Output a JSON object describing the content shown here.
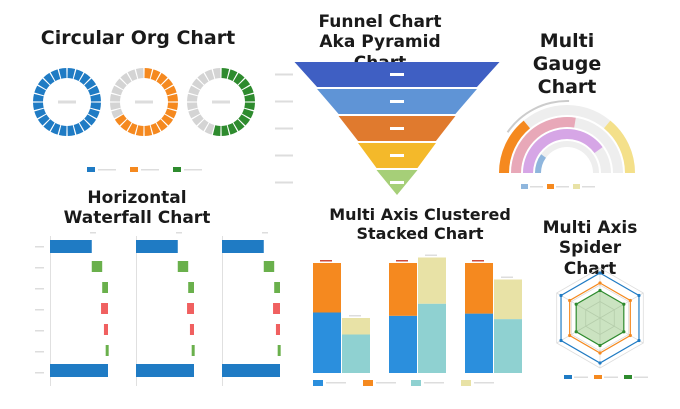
{
  "titles": {
    "circular_org": "Circular Org Chart",
    "funnel": "Funnel Chart Aka Pyramid Chart",
    "multi_gauge": "Multi Gauge Chart",
    "horizontal_waterfall": "Horizontal Waterfall Chart",
    "multi_axis_clustered": "Multi Axis Clustered Stacked Chart",
    "multi_axis_spider": "Multi Axis Spider Chart"
  },
  "colors": {
    "blue": "#1f7bc4",
    "orange": "#f5891f",
    "green": "#2e8b2e",
    "gray": "#d4d4d4",
    "light_green": "#6ab04c",
    "red": "#f06060",
    "pale_yellow": "#e8e2a6",
    "teal": "#8fd1d1",
    "pink": "#e8a8b8",
    "lavender": "#d6a6e6",
    "light_blue": "#8fb6dd"
  },
  "chart_data": [
    {
      "type": "pie",
      "subtype": "donut",
      "donuts": [
        {
          "color": "blue",
          "segments_total": 24,
          "segments_filled": 24
        },
        {
          "color": "orange",
          "segments_total": 24,
          "segments_filled": 16
        },
        {
          "color": "green",
          "segments_total": 24,
          "segments_filled": 13
        }
      ],
      "legend_colors": [
        "blue",
        "orange",
        "green"
      ]
    },
    {
      "type": "bar",
      "subtype": "funnel",
      "stages": 5,
      "stage_colors": [
        "#3f5fc3",
        "#5f94d6",
        "#e07a2e",
        "#f4b92a",
        "#a6cf78"
      ],
      "relative_widths": [
        1.0,
        0.78,
        0.57,
        0.38,
        0.2
      ]
    },
    {
      "type": "gauge",
      "bands": [
        {
          "color": "orange",
          "fraction": 0.28
        },
        {
          "color": "pink",
          "fraction": 0.55
        },
        {
          "color": "lavender",
          "fraction": 0.8
        },
        {
          "color": "light_blue",
          "fraction": 0.2
        }
      ]
    },
    {
      "type": "bar",
      "subtype": "horizontal-waterfall",
      "panels": 3,
      "steps": [
        {
          "color": "blue",
          "start": 0,
          "end": 0.72
        },
        {
          "color": "light_green",
          "start": 0.72,
          "end": 0.9
        },
        {
          "color": "light_green",
          "start": 0.9,
          "end": 1.0
        },
        {
          "color": "red",
          "start": 0.88,
          "end": 1.0
        },
        {
          "color": "red",
          "start": 0.93,
          "end": 1.0
        },
        {
          "color": "light_green",
          "start": 0.96,
          "end": 1.0
        },
        {
          "color": "blue",
          "start": 0,
          "end": 1.0
        }
      ]
    },
    {
      "type": "bar",
      "subtype": "clustered-stacked",
      "groups": [
        {
          "a": {
            "blue": 0.55,
            "orange": 0.45,
            "total": 1.0
          },
          "b": {
            "teal": 0.35,
            "pale_yellow": 0.15,
            "total": 0.45
          }
        },
        {
          "a": {
            "blue": 0.52,
            "orange": 0.48,
            "total": 1.05
          },
          "b": {
            "teal": 0.63,
            "pale_yellow": 0.42,
            "total": 1.05
          }
        },
        {
          "a": {
            "blue": 0.54,
            "orange": 0.46,
            "total": 1.0
          },
          "b": {
            "teal": 0.49,
            "pale_yellow": 0.36,
            "total": 0.85
          }
        }
      ]
    },
    {
      "type": "radar",
      "axes": 6,
      "series": [
        {
          "color": "blue",
          "value": 0.9
        },
        {
          "color": "orange",
          "value": 0.7
        },
        {
          "color": "green",
          "value": 0.55
        }
      ]
    }
  ]
}
